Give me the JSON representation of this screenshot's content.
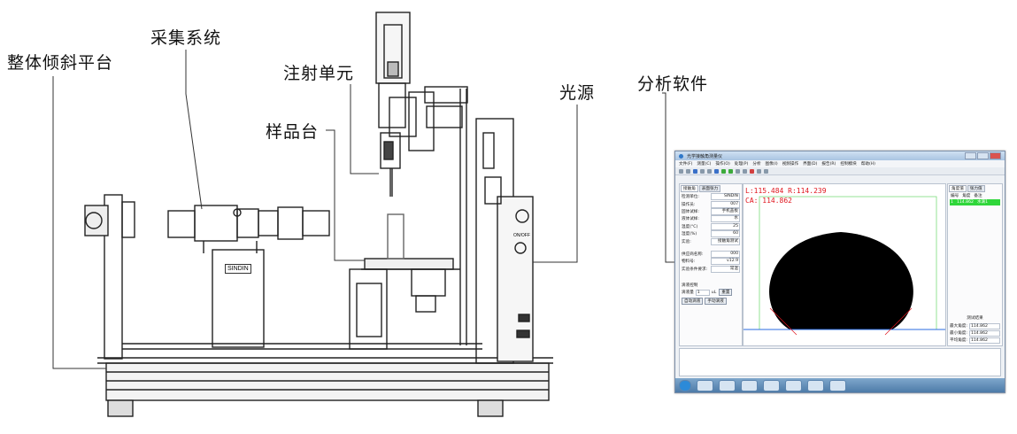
{
  "labels": {
    "tilt_platform": "整体倾斜平台",
    "acquisition_system": "采集系统",
    "injection_unit": "注射单元",
    "sample_stage": "样品台",
    "light_source": "光源",
    "analysis_software": "分析软件"
  },
  "instrument": {
    "brand_plate": "SINDIN",
    "power_label": "ON/OFF"
  },
  "software": {
    "window_title": "光学接触角测量仪",
    "menu": [
      "文件(F)",
      "测量(C)",
      "操作(O)",
      "处理(P)",
      "分析",
      "图像(I)",
      "视频操作",
      "界面(D)",
      "报告(R)",
      "控制模块",
      "帮助(H)"
    ],
    "left_tabs": [
      "接触角",
      "表面张力"
    ],
    "fields": [
      {
        "label": "检测单位:",
        "value": "SINDIN"
      },
      {
        "label": "操作员:",
        "value": "007"
      },
      {
        "label": "固体试样:",
        "value": "手机盖板"
      },
      {
        "label": "液体试样:",
        "value": "水"
      },
      {
        "label": "温度(°C)",
        "value": "25"
      },
      {
        "label": "湿度(%)",
        "value": "60"
      },
      {
        "label": "实验:",
        "value": "接触角测试"
      },
      {
        "label": "供应商名称:",
        "value": "000"
      },
      {
        "label": "物料号:",
        "value": "v12.9"
      },
      {
        "label": "实验条件要求:",
        "value": "常温"
      }
    ],
    "section_title": "滴液控制",
    "volume_label": "滴液量",
    "volume_value": "1",
    "volume_unit": "uL",
    "buttons": [
      "自动滴液",
      "手动滴液"
    ],
    "reset_button": "重置",
    "readout_line1": "L:115.484  R:114.239",
    "readout_line2": "CA: 114.862",
    "right_tabs": [
      "角度值",
      "张力值"
    ],
    "right_header": [
      "编号",
      "角度",
      "备注"
    ],
    "table_row": [
      "1",
      "114.862",
      "水滴1"
    ],
    "results_title": "测试结果",
    "results": [
      {
        "label": "最大角度:",
        "value": "114.862"
      },
      {
        "label": "最小角度:",
        "value": "114.862"
      },
      {
        "label": "平均角度:",
        "value": "114.862"
      }
    ]
  },
  "colors": {
    "readout": "#e0161e",
    "droplet": "#000000",
    "baseline": "#2a6be0",
    "roi": "#7cdc7c",
    "selection": "#2fd63a"
  }
}
